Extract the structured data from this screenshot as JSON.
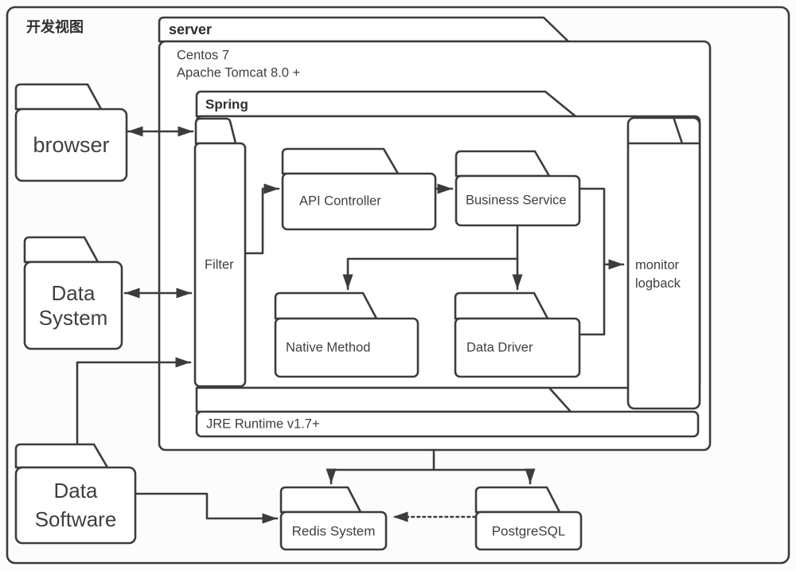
{
  "colors": {
    "line": "#3c3c3c",
    "text": "#3f3f3f",
    "bold_text": "#2e2e2e",
    "background": "#fcfcfc",
    "shape_fill": "#ffffff"
  },
  "title": "开发视图",
  "server": {
    "label": "server",
    "os": "Centos 7",
    "app_server": "Apache Tomcat 8.0 +",
    "jre_label": "JRE Runtime v1.7+",
    "spring": {
      "label": "Spring",
      "filter_label": "Filter",
      "api_controller_label": "API Controller",
      "business_service_label": "Business Service",
      "native_method_label": "Native Method",
      "data_driver_label": "Data Driver",
      "monitor_line1": "monitor",
      "monitor_line2": "logback"
    }
  },
  "external": {
    "browser_label": "browser",
    "data_system_line1": "Data",
    "data_system_line2": "System",
    "data_software_line1": "Data",
    "data_software_line2": "Software",
    "redis_label": "Redis System",
    "postgresql_label": "PostgreSQL"
  },
  "connections": [
    {
      "from": "browser",
      "to": "Spring Filter",
      "style": "solid",
      "arrows": "both"
    },
    {
      "from": "Data System",
      "to": "Filter",
      "style": "solid",
      "arrows": "both"
    },
    {
      "from": "Data Software",
      "to": "Filter",
      "style": "solid",
      "arrows": "end"
    },
    {
      "from": "Filter",
      "to": "API Controller",
      "style": "solid",
      "arrows": "end"
    },
    {
      "from": "API Controller",
      "to": "Business Service",
      "style": "solid",
      "arrows": "end"
    },
    {
      "from": "Business Service",
      "to": "Native Method",
      "style": "solid",
      "arrows": "end"
    },
    {
      "from": "Business Service",
      "to": "Data Driver",
      "style": "solid",
      "arrows": "end"
    },
    {
      "from": "Business Service",
      "to": "monitor logback",
      "style": "solid",
      "arrows": "end"
    },
    {
      "from": "Data Driver",
      "to": "monitor logback",
      "style": "solid",
      "arrows": "none"
    },
    {
      "from": "server",
      "to": "Redis System",
      "style": "solid",
      "arrows": "end"
    },
    {
      "from": "server",
      "to": "PostgreSQL",
      "style": "solid",
      "arrows": "end"
    },
    {
      "from": "Data Software",
      "to": "Redis System",
      "style": "solid",
      "arrows": "end"
    },
    {
      "from": "PostgreSQL",
      "to": "Redis System",
      "style": "dotted",
      "arrows": "end"
    }
  ]
}
